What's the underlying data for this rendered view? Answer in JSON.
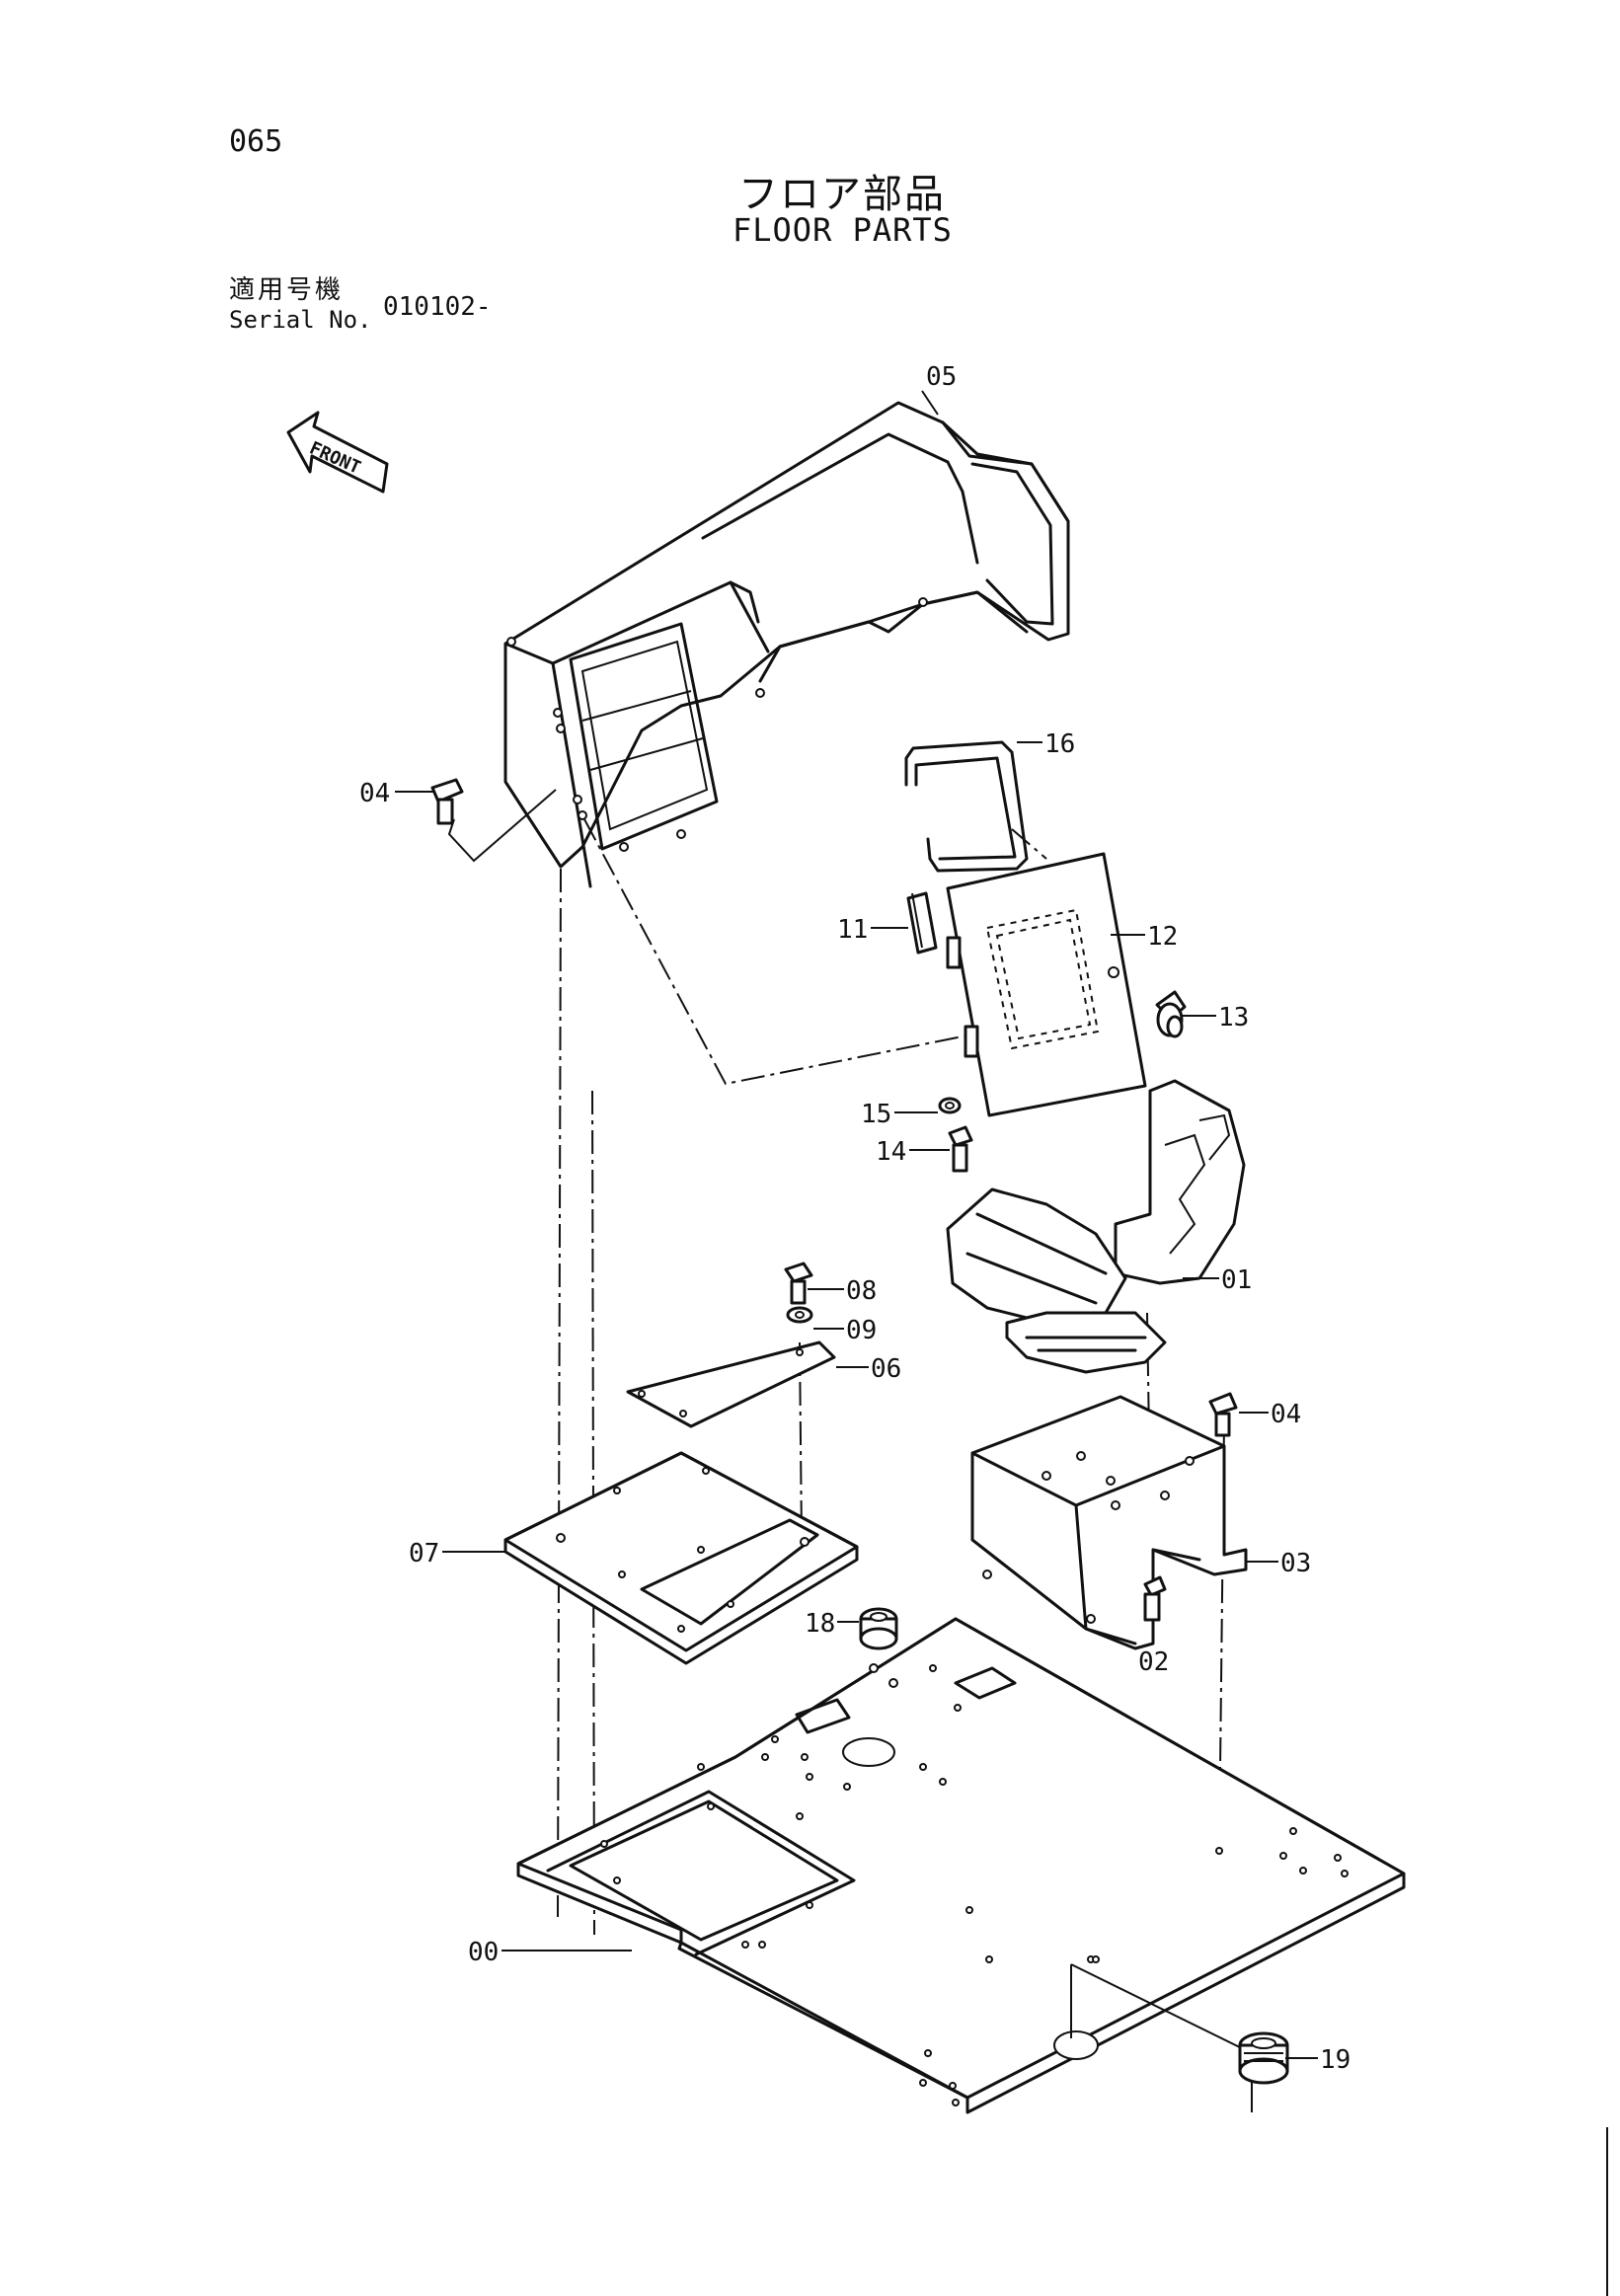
{
  "header": {
    "page_number": "065",
    "title_jp": "フロア部品",
    "title_en": "FLOOR PARTS",
    "serial_label_jp": "適用号機",
    "serial_label_en": "Serial No.",
    "serial_value": "010102-"
  },
  "front_indicator": {
    "label": "FRONT",
    "icon": "front-arrow-icon"
  },
  "part_callouts": [
    {
      "id": "00"
    },
    {
      "id": "01"
    },
    {
      "id": "02"
    },
    {
      "id": "03"
    },
    {
      "id": "04"
    },
    {
      "id": "04"
    },
    {
      "id": "05"
    },
    {
      "id": "06"
    },
    {
      "id": "07"
    },
    {
      "id": "08"
    },
    {
      "id": "09"
    },
    {
      "id": "11"
    },
    {
      "id": "12"
    },
    {
      "id": "13"
    },
    {
      "id": "14"
    },
    {
      "id": "15"
    },
    {
      "id": "16"
    },
    {
      "id": "18"
    },
    {
      "id": "19"
    }
  ]
}
